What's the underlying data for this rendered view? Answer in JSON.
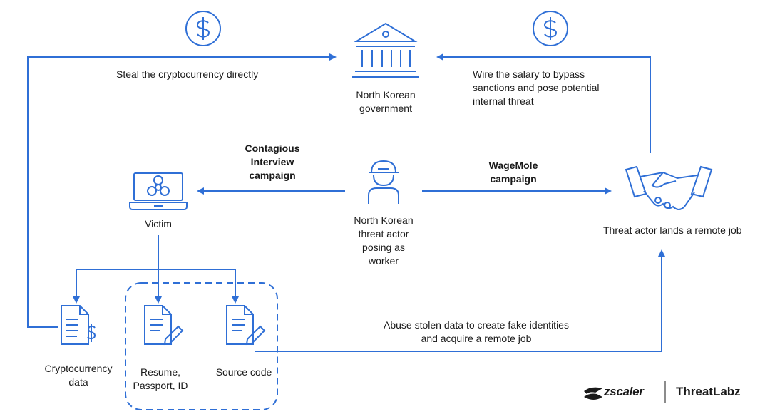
{
  "colors": {
    "accent": "#2f6fd6",
    "text": "#1a1a1a"
  },
  "labels": {
    "steal_crypto": "Steal the cryptocurrency directly",
    "nk_government": "North Korean\ngovernment",
    "wire_salary": "Wire the salary to bypass\nsanctions and pose potential\ninternal threat",
    "contagious_campaign": "Contagious\nInterview\ncampaign",
    "wagemole_campaign": "WageMole\ncampaign",
    "victim": "Victim",
    "nk_actor": "North Korean\nthreat actor\nposing as\nworker",
    "remote_job": "Threat actor lands a remote job",
    "abuse_data": "Abuse stolen data to create fake identities\nand acquire a remote job",
    "crypto_data": "Cryptocurrency\ndata",
    "resume": "Resume,\nPassport, ID",
    "source_code": "Source code"
  },
  "icons": [
    "dollar-icon",
    "bank-icon",
    "laptop-biohazard-icon",
    "worker-icon",
    "handshake-icon",
    "crypto-document-icon",
    "document-edit-icon"
  ],
  "branding": {
    "zscaler": "zscaler",
    "threatlabz": "ThreatLabz"
  }
}
